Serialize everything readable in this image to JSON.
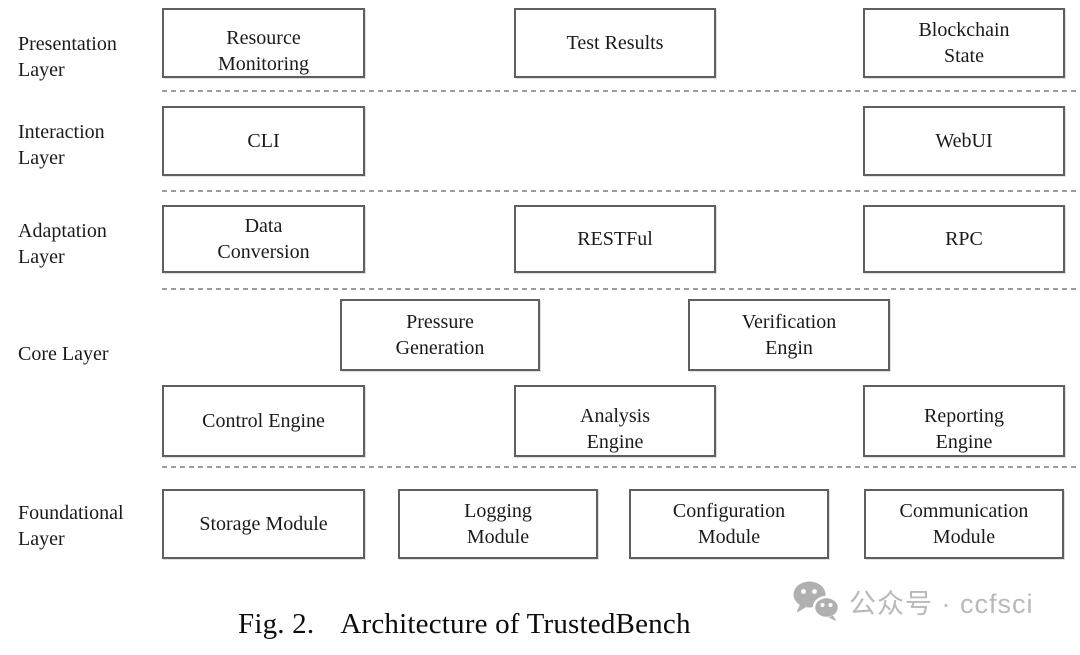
{
  "figure": {
    "fig_label": "Fig. 2.",
    "fig_title": "Architecture of TrustedBench"
  },
  "watermark": {
    "icon": "wechat-icon",
    "text": "公众号 · ccfsci"
  },
  "colors": {
    "box_border": "#5f5f5f",
    "box_background": "#ffffff",
    "divider_dash": "#9c9c9c",
    "text": "#1a1a1a",
    "watermark_gray": "#b9b9b9"
  },
  "layers": [
    {
      "label": "Presentation Layer",
      "boxes": [
        {
          "label": "Resource\nMonitoring"
        },
        {
          "label": "Test Results"
        },
        {
          "label": "Blockchain\nState"
        }
      ]
    },
    {
      "label": "Interaction Layer",
      "boxes": [
        {
          "label": "CLI"
        },
        {
          "label": "WebUI"
        }
      ]
    },
    {
      "label": "Adaptation Layer",
      "boxes": [
        {
          "label": "Data\nConversion"
        },
        {
          "label": "RESTFul"
        },
        {
          "label": "RPC"
        }
      ]
    },
    {
      "label": "Core Layer",
      "boxes": [
        {
          "label": "Pressure\nGeneration"
        },
        {
          "label": "Verification\nEngin"
        },
        {
          "label": "Control Engine"
        },
        {
          "label": "Analysis\nEngine"
        },
        {
          "label": "Reporting\nEngine"
        }
      ]
    },
    {
      "label": "Foundational Layer",
      "boxes": [
        {
          "label": "Storage Module"
        },
        {
          "label": "Logging\nModule"
        },
        {
          "label": "Configuration\nModule"
        },
        {
          "label": "Communication\nModule"
        }
      ]
    }
  ]
}
